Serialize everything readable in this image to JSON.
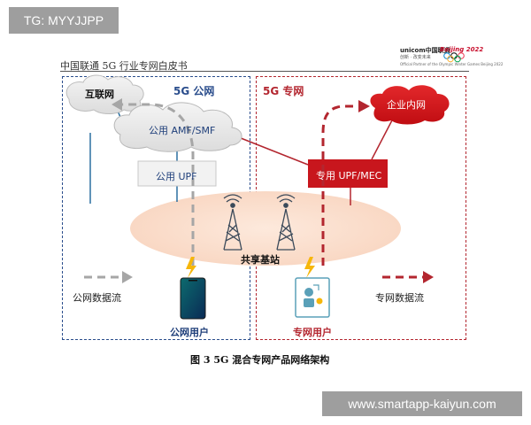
{
  "watermark_top": "TG: MYYJJPP",
  "watermark_bottom": "www.smartapp-kaiyun.com",
  "header": {
    "doc_title": "中国联通 5G 行业专网白皮书",
    "logo_unicom": "unicom中国联通",
    "logo_beijing": "Beijing 2022",
    "logo_tagline": "创新 · 改变未来",
    "logo_fine": "Official Partner of the Olympic Winter Games Beijing 2022"
  },
  "diagram": {
    "public_title": "5G 公网",
    "private_title": "5G 专网",
    "internet": "互联网",
    "amf_smf": "公用 AMF/SMF",
    "public_upf": "公用 UPF",
    "private_upf_mec": "专用 UPF/MEC",
    "enterprise_intranet": "企业内网",
    "shared_base_station": "共享基站",
    "public_flow": "公网数据流",
    "private_flow": "专网数据流",
    "public_user": "公网用户",
    "private_user": "专网用户"
  },
  "colors": {
    "public_blue": "#2a4d8c",
    "private_red": "#b3262f",
    "cloud_gray": "#e8e8e8",
    "ellipse_peach": "#fbe0d0"
  },
  "caption": "图 3 5G 混合专网产品网络架构"
}
